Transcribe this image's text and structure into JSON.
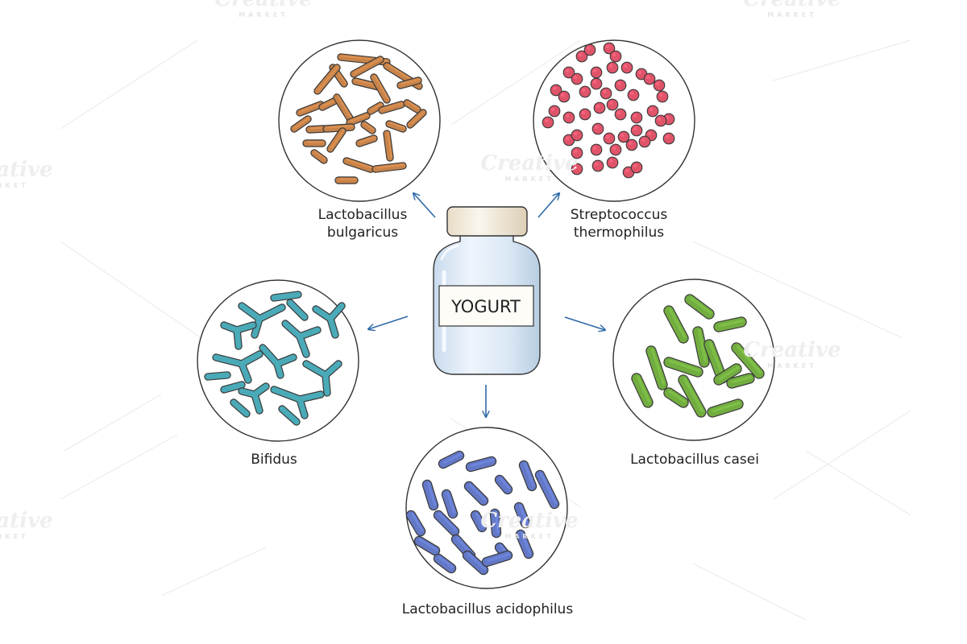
{
  "watermark": {
    "brand": "Creative",
    "sub": "MARKET"
  },
  "jar": {
    "label": "YOGURT"
  },
  "bacteria": [
    {
      "id": "bulgaricus",
      "lines": [
        "Lactobacillus",
        "bulgaricus"
      ],
      "color": "#c8834a"
    },
    {
      "id": "thermophilus",
      "lines": [
        "Streptococcus",
        "thermophilus"
      ],
      "color": "#e0546a"
    },
    {
      "id": "bifidus",
      "lines": [
        "Bifidus"
      ],
      "color": "#4aaab8"
    },
    {
      "id": "casei",
      "lines": [
        "Lactobacillus casei"
      ],
      "color": "#72ad40"
    },
    {
      "id": "acidophilus",
      "lines": [
        "Lactobacillus acidophilus"
      ],
      "color": "#6378c6"
    }
  ],
  "colors": {
    "arrow": "#2e6aa8",
    "outline": "#333333",
    "jar_body": "#dbe9f6",
    "jar_lid": "#f4ede0"
  }
}
